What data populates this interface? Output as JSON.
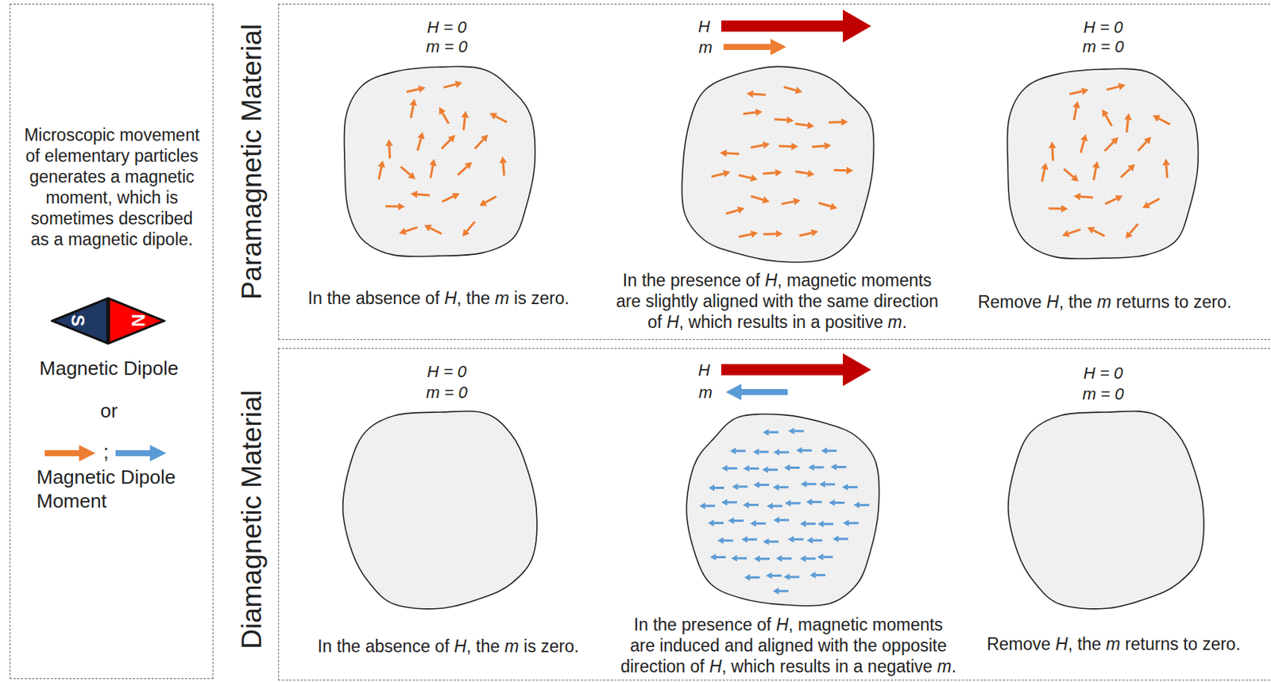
{
  "diagram": {
    "nodes": [
      {
        "text": [
          "Microscopic movement of elementary particles generates a magnetic moment, which is sometimes described as a magnetic dipole.",
          "Magnetic Dipole",
          "or",
          ";",
          "Magnetic Dipole Moment"
        ]
      },
      {
        "text": [
          "S",
          "N"
        ],
        "in": 0
      },
      {
        "text": [
          "Paramagnetic Material"
        ]
      },
      {
        "text": [
          "H = 0",
          "m = 0",
          "In the absence of H, the m is zero."
        ],
        "in": 2
      },
      {
        "text": [
          "H",
          "m",
          "In the presence of H, magnetic moments are slightly aligned with the same direction of H, which results in a positive m."
        ],
        "in": 2
      },
      {
        "text": [
          "H = 0",
          "m = 0",
          "Remove H, the m returns to zero."
        ],
        "in": 2
      },
      {
        "text": [
          "Diamagnetic Material"
        ]
      },
      {
        "text": [
          "H = 0",
          "m = 0",
          "In the absence of H, the m is zero."
        ],
        "in": 6
      },
      {
        "text": [
          "H",
          "m",
          "In the presence of H, magnetic moments are induced and aligned with the opposite direction of H, which results in a negative m."
        ],
        "in": 6
      },
      {
        "text": [
          "H = 0",
          "m = 0",
          "Remove H, the m returns to zero."
        ],
        "in": 6
      }
    ]
  }
}
